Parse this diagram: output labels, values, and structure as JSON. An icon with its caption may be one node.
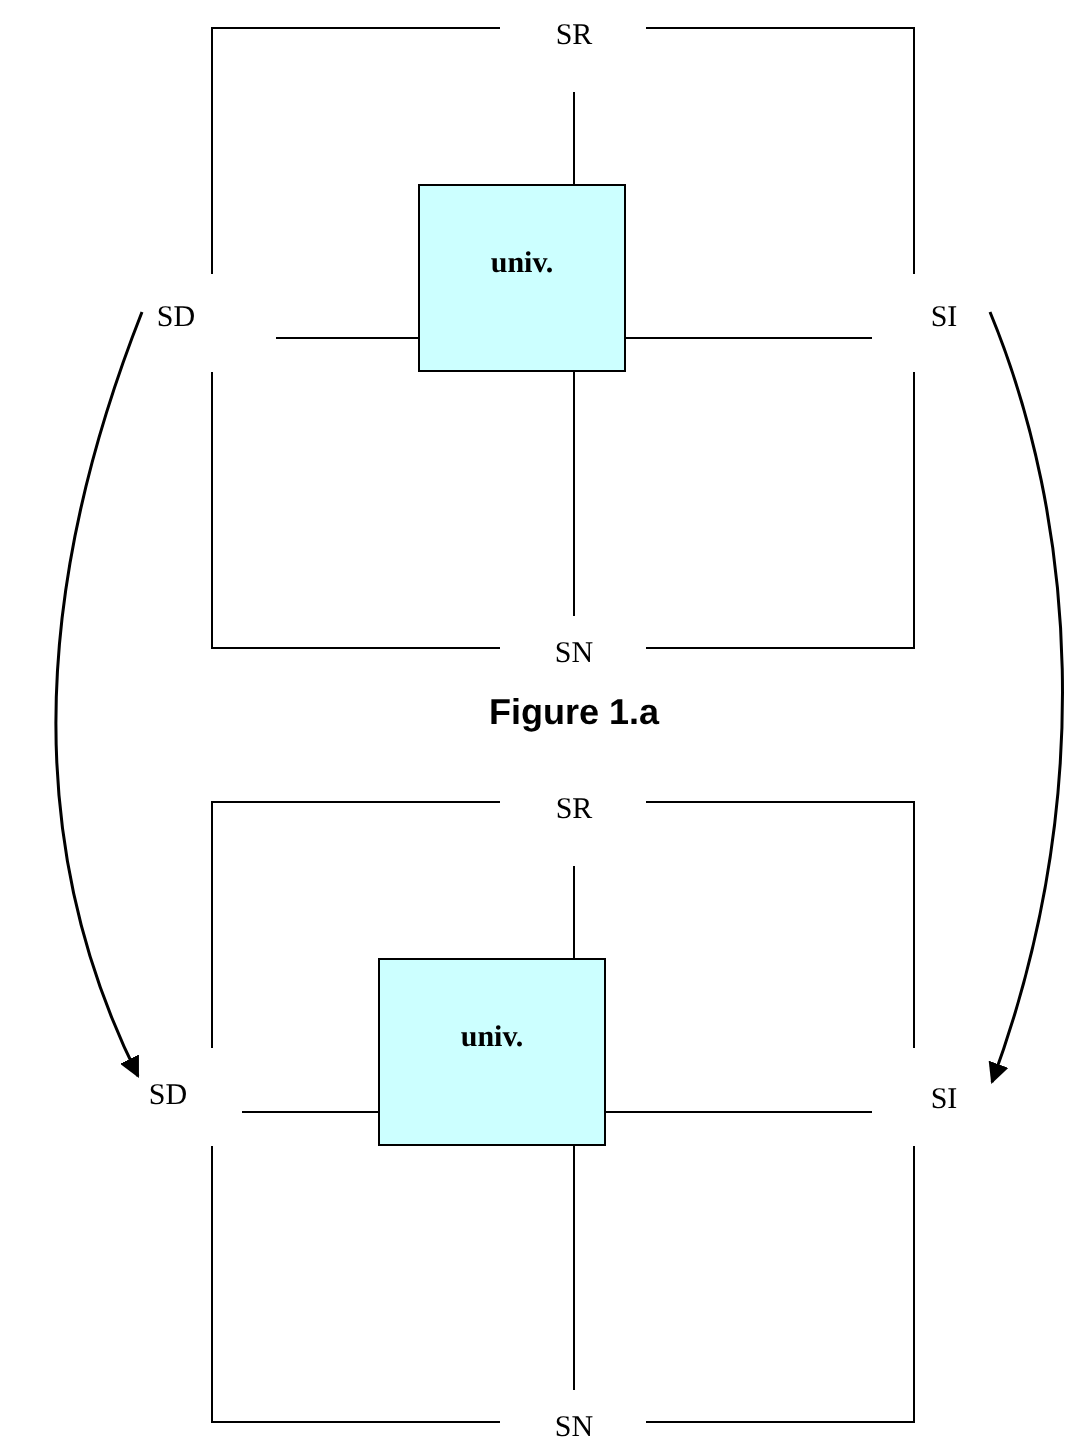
{
  "diagram": {
    "caption": "Figure 1.a",
    "nodes": [
      {
        "text": [
          "SD"
        ]
      },
      {
        "text": [
          "univ."
        ]
      },
      {
        "text": [
          "SI"
        ]
      },
      {
        "text": [
          "SD"
        ]
      },
      {
        "text": [
          "univ."
        ]
      },
      {
        "text": [
          "SI"
        ]
      }
    ],
    "edges": [
      {
        "from": 0,
        "to": 3,
        "arrow": "to"
      },
      {
        "from": 2,
        "to": 5,
        "arrow": "to"
      }
    ],
    "labels": [
      "SR",
      "SN",
      "SR",
      "SN"
    ]
  }
}
